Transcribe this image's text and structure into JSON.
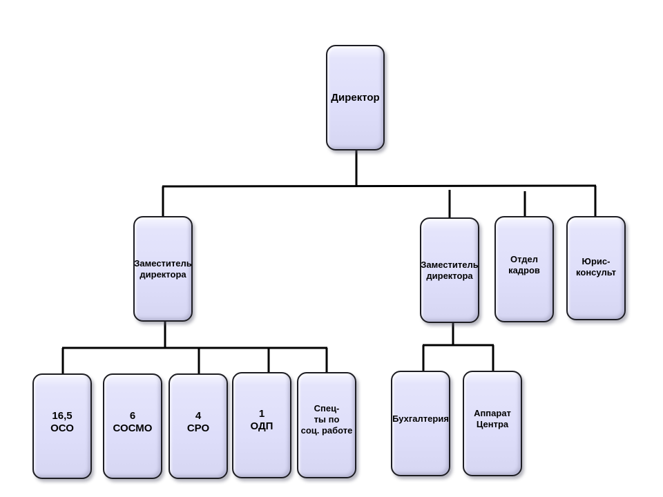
{
  "diagram": {
    "type": "org-chart",
    "nodes": {
      "director": "Директор",
      "deputy_left": "Заместитель\nдиректора",
      "deputy_right": "Заместитель\nдиректора",
      "hr_department": "Отдел\nкадров",
      "legal_counsel": "Юрис-\nконсульт",
      "oso": "16,5\nОСО",
      "sosmo": "6\nСОСМО",
      "sro": "4\nСРО",
      "odp": "1\nОДП",
      "social_specialists": "Спец-\nты по\nсоц. работе",
      "accounting": "Бухгалтерия",
      "center_staff": "Аппарат\nЦентра"
    },
    "edges": [
      [
        "director",
        "deputy_left"
      ],
      [
        "director",
        "deputy_right"
      ],
      [
        "director",
        "hr_department"
      ],
      [
        "director",
        "legal_counsel"
      ],
      [
        "deputy_left",
        "oso"
      ],
      [
        "deputy_left",
        "sosmo"
      ],
      [
        "deputy_left",
        "sro"
      ],
      [
        "deputy_left",
        "odp"
      ],
      [
        "deputy_left",
        "social_specialists"
      ],
      [
        "deputy_right",
        "accounting"
      ],
      [
        "deputy_right",
        "center_staff"
      ]
    ],
    "colors": {
      "box_fill": "#dedefa",
      "box_border": "#1c1c22",
      "line": "#000000"
    }
  }
}
